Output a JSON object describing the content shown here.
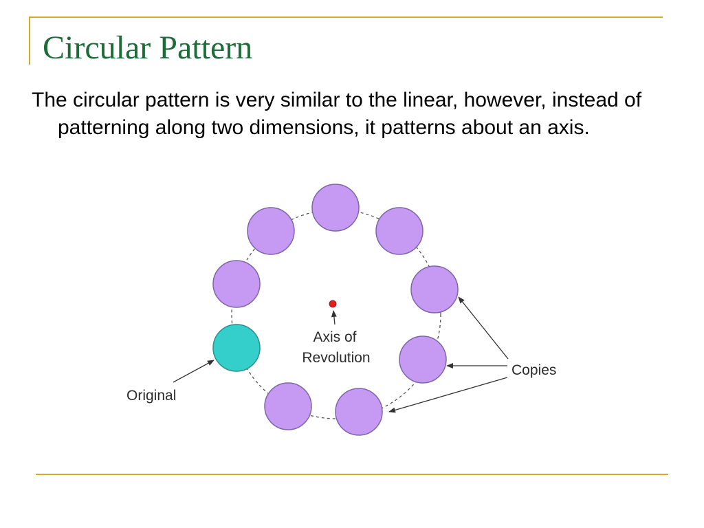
{
  "slide": {
    "title": "Circular Pattern",
    "body": "The circular pattern is very similar to the linear, however, instead of patterning along two dimensions, it patterns about an axis."
  },
  "diagram": {
    "axis_label_line1": "Axis of",
    "axis_label_line2": "Revolution",
    "copies_label": "Copies",
    "original_label": "Original",
    "colors": {
      "copy_fill": "#c69af2",
      "copy_stroke": "#7e66a8",
      "original_fill": "#35cfcb",
      "original_stroke": "#2d8f8c",
      "axis_point": "#e0201b",
      "accent_rule": "#d9a62e",
      "title": "#1e6b3a"
    }
  }
}
